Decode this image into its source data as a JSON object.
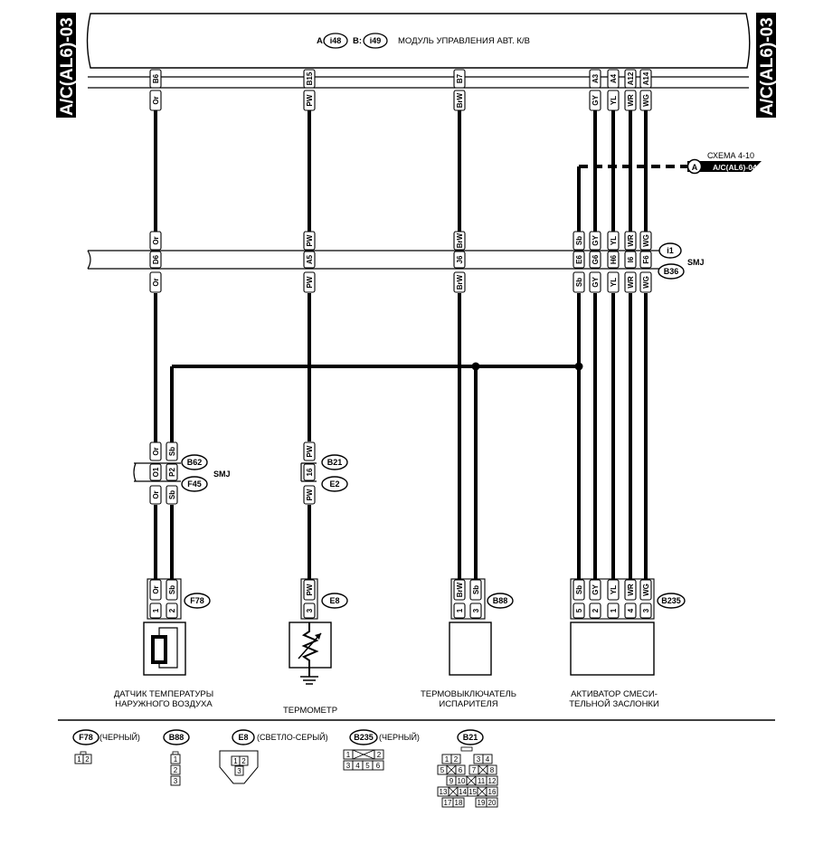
{
  "side_label": "A/C(AL6)-03",
  "module": {
    "connector_a_prefix": "A:",
    "connector_a": "i48",
    "connector_b_prefix": "B:",
    "connector_b": "i49",
    "title": "МОДУЛЬ УПРАВЛЕНИЯ АВТ. К/В"
  },
  "module_pins": [
    {
      "pin": "B6",
      "color": "Or"
    },
    {
      "pin": "B15",
      "color": "PW"
    },
    {
      "pin": "B7",
      "color": "BrW"
    },
    {
      "pin": "A3",
      "color": "GY"
    },
    {
      "pin": "A4",
      "color": "YL"
    },
    {
      "pin": "A12",
      "color": "WR"
    },
    {
      "pin": "A14",
      "color": "WG"
    }
  ],
  "scheme_ref": {
    "text": "СХЕМА 4-10",
    "marker": "A",
    "target": "A/C(AL6)-04"
  },
  "smj_bus": {
    "connector_top": "i1",
    "connector_bottom": "B36",
    "label": "SMJ",
    "pins": [
      {
        "pin": "D6",
        "top": "Or",
        "bottom": "Or"
      },
      {
        "pin": "A5",
        "top": "PW",
        "bottom": "PW"
      },
      {
        "pin": "J6",
        "top": "BrW",
        "bottom": "BrW"
      },
      {
        "pin": "E6",
        "top": "Sb",
        "bottom": "Sb"
      },
      {
        "pin": "G6",
        "top": "GY",
        "bottom": "GY"
      },
      {
        "pin": "H6",
        "top": "YL",
        "bottom": "YL"
      },
      {
        "pin": "I6",
        "top": "WR",
        "bottom": "WR"
      },
      {
        "pin": "F6",
        "top": "WG",
        "bottom": "WG"
      }
    ]
  },
  "b62_joint": {
    "connector_top": "B62",
    "connector_bottom": "F45",
    "label": "SMJ",
    "pins": [
      {
        "pin": "O1",
        "top": "Or",
        "bottom": "Or"
      },
      {
        "pin": "P2",
        "top": "Sb",
        "bottom": "Sb"
      }
    ]
  },
  "b21_joint": {
    "connector_top": "B21",
    "connector_bottom": "E2",
    "pins": [
      {
        "pin": "16",
        "top": "PW",
        "bottom": "PW"
      }
    ]
  },
  "components": [
    {
      "connector": "F78",
      "pins": [
        {
          "n": "1",
          "c": "Or"
        },
        {
          "n": "2",
          "c": "Sb"
        }
      ],
      "label1": "ДАТЧИК ТЕМПЕРАТУРЫ",
      "label2": "НАРУЖНОГО ВОЗДУХА"
    },
    {
      "connector": "E8",
      "pins": [
        {
          "n": "3",
          "c": "PW"
        }
      ],
      "label1": "ТЕРМОМЕТР",
      "label2": ""
    },
    {
      "connector": "B88",
      "pins": [
        {
          "n": "1",
          "c": "BrW"
        },
        {
          "n": "3",
          "c": "Sb"
        }
      ],
      "label1": "ТЕРМОВЫКЛЮЧАТЕЛЬ",
      "label2": "ИСПАРИТЕЛЯ"
    },
    {
      "connector": "B235",
      "pins": [
        {
          "n": "5",
          "c": "Sb"
        },
        {
          "n": "2",
          "c": "GY"
        },
        {
          "n": "1",
          "c": "YL"
        },
        {
          "n": "4",
          "c": "WR"
        },
        {
          "n": "3",
          "c": "WG"
        }
      ],
      "label1": "АКТИВАТОР СМЕСИ-",
      "label2": "ТЕЛЬНОЙ ЗАСЛОНКИ"
    }
  ],
  "legend": [
    {
      "connector": "F78",
      "desc": "(ЧЕРНЫЙ)"
    },
    {
      "connector": "B88",
      "desc": ""
    },
    {
      "connector": "E8",
      "desc": "(СВЕТЛО-СЕРЫЙ)"
    },
    {
      "connector": "B235",
      "desc": "(ЧЕРНЫЙ)"
    },
    {
      "connector": "B21",
      "desc": ""
    }
  ],
  "legend_pins": {
    "f78": [
      "1",
      "2"
    ],
    "b88": [
      "1",
      "2",
      "3"
    ],
    "e8": [
      "1",
      "2",
      "3"
    ],
    "b235": [
      "1",
      "2",
      "3",
      "4",
      "5",
      "6"
    ],
    "b21": [
      "1",
      "2",
      "3",
      "4",
      "5",
      "6",
      "7",
      "8",
      "9",
      "10",
      "11",
      "12",
      "13",
      "14",
      "15",
      "16",
      "17",
      "18",
      "19",
      "20"
    ]
  }
}
